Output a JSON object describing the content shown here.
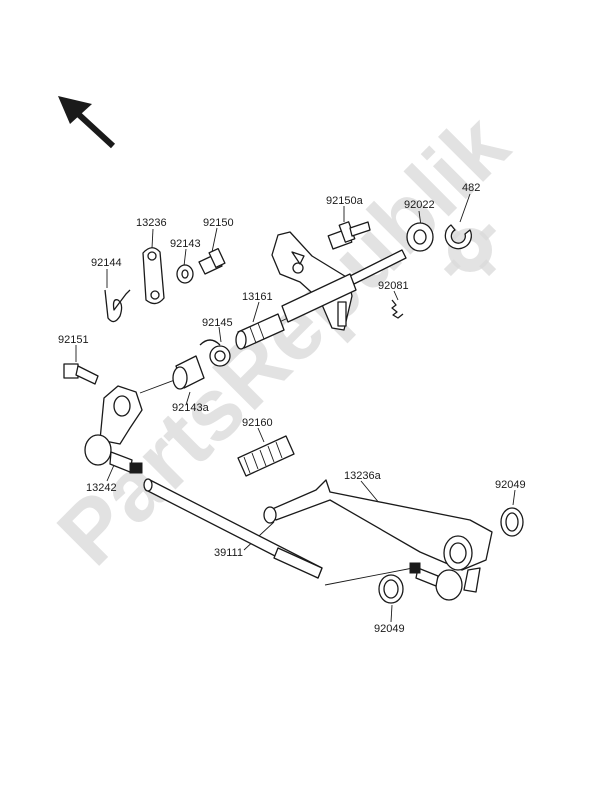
{
  "watermark": {
    "text": "PartsRepublik",
    "color": "#d9d9d9"
  },
  "orientation_arrow": {
    "icon": "arrow-up-left-icon"
  },
  "part_labels": [
    {
      "id": "p482",
      "text": "482"
    },
    {
      "id": "p92022",
      "text": "92022"
    },
    {
      "id": "p92150a",
      "text": "92150a"
    },
    {
      "id": "p13236",
      "text": "13236"
    },
    {
      "id": "p92150",
      "text": "92150"
    },
    {
      "id": "p92143",
      "text": "92143"
    },
    {
      "id": "p92144",
      "text": "92144"
    },
    {
      "id": "p92081",
      "text": "92081"
    },
    {
      "id": "p13161",
      "text": "13161"
    },
    {
      "id": "p92145",
      "text": "92145"
    },
    {
      "id": "p92151",
      "text": "92151"
    },
    {
      "id": "p92143a",
      "text": "92143a"
    },
    {
      "id": "p92160",
      "text": "92160"
    },
    {
      "id": "p13236a",
      "text": "13236a"
    },
    {
      "id": "p13242",
      "text": "13242"
    },
    {
      "id": "p92049a",
      "text": "92049"
    },
    {
      "id": "p39111",
      "text": "39111"
    },
    {
      "id": "p92049b",
      "text": "92049"
    }
  ]
}
